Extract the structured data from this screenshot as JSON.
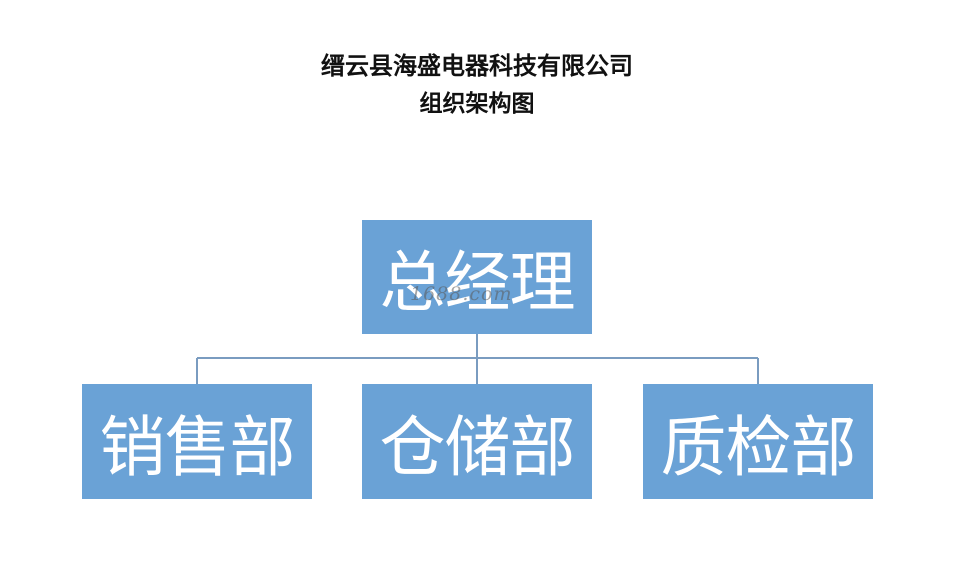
{
  "title": {
    "line1": "缙云县海盛电器科技有限公司",
    "line2": "组织架构图"
  },
  "org": {
    "root": "总经理",
    "departments": [
      "销售部",
      "仓储部",
      "质检部"
    ]
  },
  "watermark": "1688.com",
  "colors": {
    "node_fill": "#6aa2d6",
    "node_text": "#ffffff",
    "connector": "#7a9cc0",
    "title_text": "#111111"
  }
}
